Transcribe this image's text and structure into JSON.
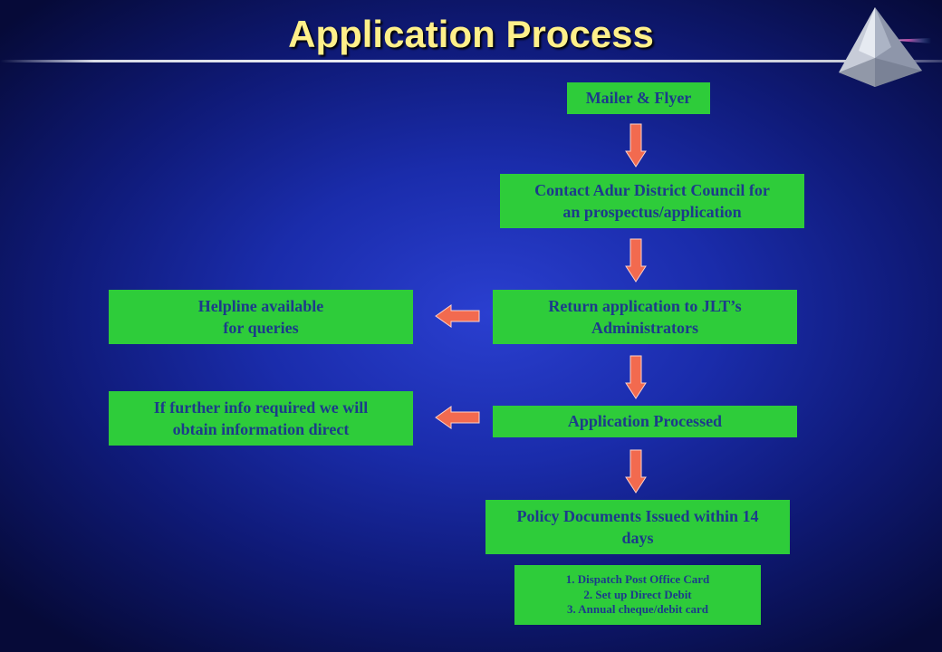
{
  "title": "Application Process",
  "colors": {
    "box_fill": "#2ecc3a",
    "box_text": "#1c3b8a",
    "arrow_fill": "#f26a4f",
    "title_text": "#fff08a"
  },
  "icons": {
    "logo": "crystal-pyramid-icon",
    "arrow": "block-arrow-icon"
  },
  "flow": {
    "mailer": "Mailer & Flyer",
    "contact": [
      "Contact Adur District Council for",
      "an prospectus/application"
    ],
    "return_app": [
      "Return application to JLT’s",
      "Administrators"
    ],
    "helpline": [
      "Helpline available",
      "for queries"
    ],
    "further_info": [
      "If further info required we will",
      "obtain information direct"
    ],
    "processed": "Application Processed",
    "policy": [
      "Policy Documents Issued within 14",
      "days"
    ],
    "steps": [
      "1. Dispatch Post Office Card",
      "2. Set up Direct Debit",
      "3. Annual cheque/debit card"
    ]
  }
}
